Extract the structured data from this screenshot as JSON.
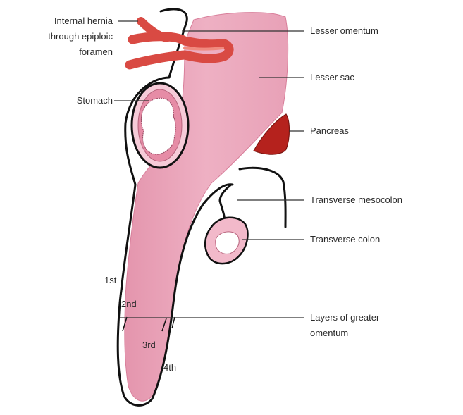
{
  "labels": {
    "internal_hernia": [
      "Internal hernia",
      "through epiploic",
      "foramen"
    ],
    "stomach": "Stomach",
    "lesser_omentum": "Lesser omentum",
    "lesser_sac": "Lesser sac",
    "pancreas": "Pancreas",
    "transverse_mesocolon": "Transverse mesocolon",
    "transverse_colon": "Transverse colon",
    "layers_greater_omentum": [
      "Layers of greater",
      "omentum"
    ],
    "layer_1st": "1st",
    "layer_2nd": "2nd",
    "layer_3rd": "3rd",
    "layer_4th": "4th"
  },
  "colors": {
    "sac_fill": "#e9a3b8",
    "sac_fill_light": "#f3c4d2",
    "stomach_wall": "#e68ca6",
    "hernia_loop": "#d94a43",
    "pancreas": "#b5221d",
    "outline": "#111111"
  }
}
